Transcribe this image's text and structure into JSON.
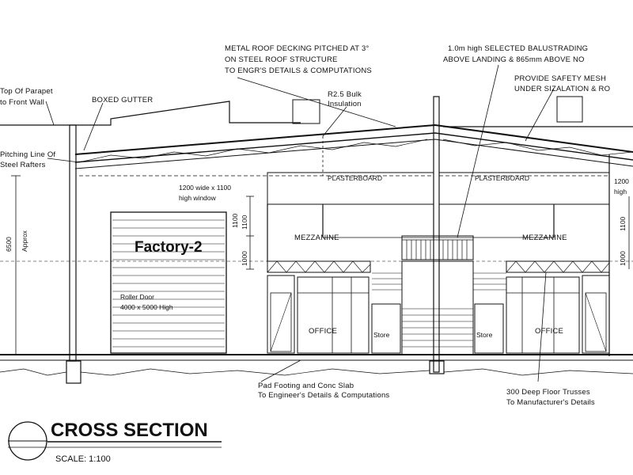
{
  "notes": {
    "roof_decking": [
      "METAL ROOF DECKING PITCHED AT 3°",
      "ON STEEL ROOF STRUCTURE",
      "TO ENGR'S DETAILS & COMPUTATIONS"
    ],
    "balustrading": [
      "1.0m high SELECTED BALUSTRADING",
      "ABOVE LANDING & 865mm ABOVE NO"
    ],
    "safety_mesh": [
      "PROVIDE SAFETY MESH",
      "UNDER SIZALATION & RO"
    ],
    "parapet": [
      "Top Of Parapet",
      "to Front Wall"
    ],
    "boxed_gutter": "BOXED GUTTER",
    "insulation": [
      "R2.5 Bulk",
      "Insulation"
    ],
    "pitching_line": [
      "Pitching Line Of",
      "Steel Rafters"
    ],
    "plasterboard_left": "PLASTERBOARD",
    "plasterboard_right": "PLASTERBOARD",
    "window_left": [
      "1200 wide x 1100",
      "high window"
    ],
    "window_right": [
      "1200",
      "high"
    ],
    "mezzanine_left": "MEZZANINE",
    "mezzanine_right": "MEZZANINE",
    "roller_door": [
      "Roller Door",
      "4000 x 5000 High"
    ],
    "office_left": "OFFICE",
    "office_right": "OFFICE",
    "store_left": "Store",
    "store_right": "Store",
    "pad_footing": [
      "Pad Footing and Conc Slab",
      "To Engineer's Details & Computations"
    ],
    "floor_trusses": [
      "300 Deep Floor Trusses",
      "To Manufacturer's Details"
    ]
  },
  "dimensions": {
    "overall_height": "6500",
    "approx": "Approx",
    "dim_1100": "1100",
    "dim_1100b": "1100",
    "dim_1000": "1000",
    "dim_1100_right": "1100",
    "dim_1000_right": "1000"
  },
  "factory_label": "Factory-2",
  "title": {
    "heading": "CROSS SECTION",
    "scale": "SCALE: 1:100"
  }
}
